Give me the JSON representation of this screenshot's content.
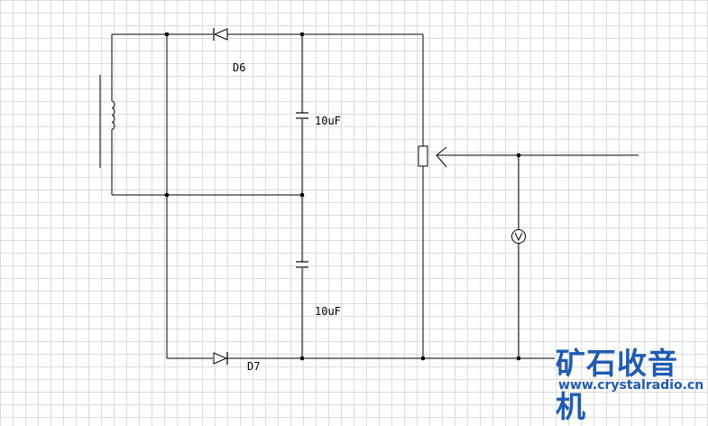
{
  "components": {
    "diode_top": "D6",
    "diode_bottom": "D7",
    "capacitor_top": "10uF",
    "capacitor_bottom": "10uF"
  },
  "watermark": {
    "chinese": "矿石收音机",
    "url": "www.crystalradio.cn"
  },
  "colors": {
    "wire": "#000000",
    "grid": "#dcdcdc",
    "watermark": "#1e5bb5"
  },
  "icons": [
    "inductor-icon",
    "diode-icon",
    "capacitor-icon",
    "potentiometer-icon",
    "voltmeter-icon",
    "junction-dot-icon"
  ]
}
